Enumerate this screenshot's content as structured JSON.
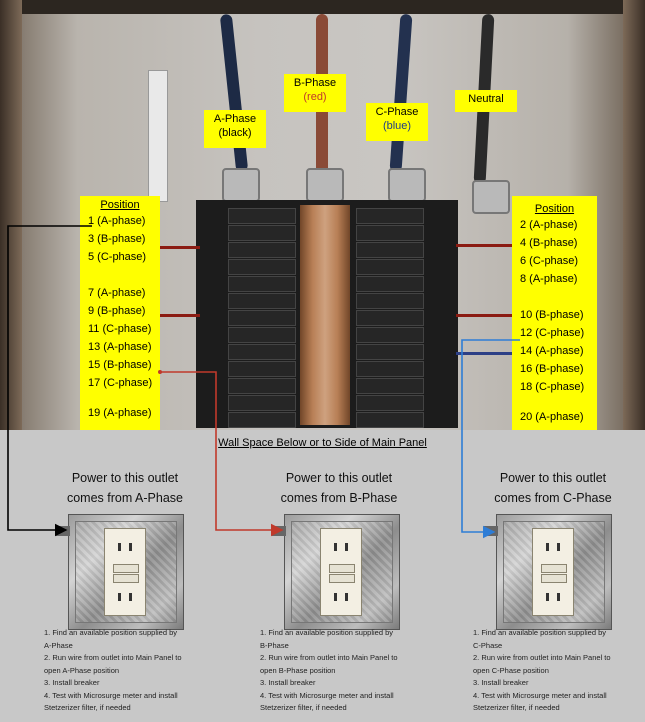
{
  "phase_labels": {
    "a": {
      "line1": "A-Phase",
      "line2": "(black)"
    },
    "b": {
      "line1": "B-Phase",
      "line2": "(red)"
    },
    "c": {
      "line1": "C-Phase",
      "line2": "(blue)"
    },
    "n": {
      "line1": "Neutral"
    }
  },
  "left_positions": {
    "header": "Position",
    "items": [
      "1 (A-phase)",
      "3 (B-phase)",
      "5 (C-phase)",
      "7 (A-phase)",
      "9 (B-phase)",
      "11 (C-phase)",
      "13 (A-phase)",
      "15 (B-phase)",
      "17 (C-phase)",
      "19 (A-phase)"
    ]
  },
  "right_positions": {
    "header": "Position",
    "items": [
      "2 (A-phase)",
      "4 (B-phase)",
      "6 (C-phase)",
      "8 (A-phase)",
      "10 (B-phase)",
      "12 (C-phase)",
      "14 (A-phase)",
      "16 (B-phase)",
      "18 (C-phase)",
      "20 (A-phase)"
    ]
  },
  "wall_title": "Wall Space Below or to Side of Main Panel",
  "outlets": [
    {
      "title_line1": "Power to this outlet",
      "title_line2": "comes from A-Phase",
      "steps": [
        "1. Find an available position supplied by",
        "A-Phase",
        "2. Run wire from outlet into Main Panel to",
        "open A-Phase position",
        "3. Install breaker",
        "4. Test with Microsurge meter and install",
        "Stetzerizer filter, if needed"
      ]
    },
    {
      "title_line1": "Power to this outlet",
      "title_line2": "comes from B-Phase",
      "steps": [
        "1. Find an available position supplied by",
        "B-Phase",
        "2. Run wire from outlet into Main Panel to",
        "open B-Phase position",
        "3. Install breaker",
        "4. Test with Microsurge meter and install",
        "Stetzerizer filter, if needed"
      ]
    },
    {
      "title_line1": "Power to this outlet",
      "title_line2": "comes from C-Phase",
      "steps": [
        "1. Find an available position supplied by",
        "C-Phase",
        "2. Run wire from outlet into Main Panel to",
        "open C-Phase position",
        "3. Install breaker",
        "4. Test with Microsurge meter and install",
        "Stetzerizer filter, if needed"
      ]
    }
  ],
  "colors": {
    "label_bg": "#ffff00",
    "arrow_a": "#000000",
    "arrow_b": "#c0392b",
    "arrow_c": "#2e7dd6",
    "red_text": "#c0392b",
    "blue_text": "#1f3c88"
  }
}
